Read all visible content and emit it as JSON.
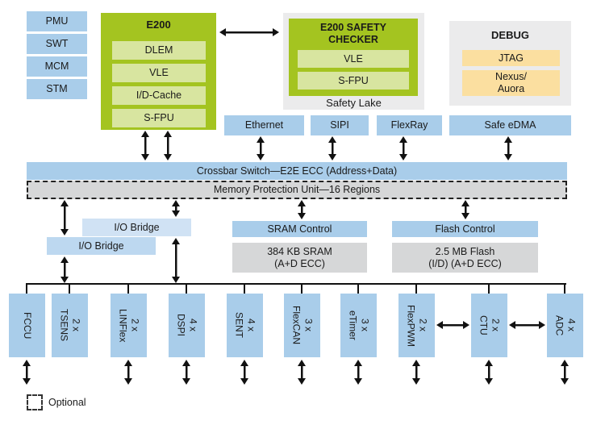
{
  "palette": {
    "block_blue": "#a9cdea",
    "bridge_light_blue": "#d0e2f4",
    "bridge_mid_blue": "#bdd8f0",
    "core_green": "#a4c420",
    "subblock_green": "#d8e5a0",
    "container_grey": "#ebebec",
    "bar_grey": "#d6d7d8",
    "debug_yellow": "#fbdfa0",
    "line_black": "#111111"
  },
  "left_column": {
    "items": [
      "PMU",
      "SWT",
      "MCM",
      "STM"
    ]
  },
  "e200": {
    "title": "E200",
    "subblocks": [
      "DLEM",
      "VLE",
      "I/D-Cache",
      "S-FPU"
    ]
  },
  "safety_lake": {
    "caption": "Safety Lake",
    "checker_title": "E200 SAFETY CHECKER",
    "subblocks": [
      "VLE",
      "S-FPU"
    ]
  },
  "debug": {
    "title": "DEBUG",
    "jtag": "JTAG",
    "nexus": {
      "line1": "Nexus/",
      "line2": "Auora"
    }
  },
  "comm_row": {
    "ethernet": "Ethernet",
    "sipi": "SIPI",
    "flexray": "FlexRay",
    "safe_edma": "Safe eDMA"
  },
  "buses": {
    "crossbar": "Crossbar Switch—E2E ECC (Address+Data)",
    "mpu": "Memory Protection Unit—16 Regions"
  },
  "bridges": {
    "upper": "I/O Bridge",
    "lower": "I/O Bridge"
  },
  "memory": {
    "sram_control": "SRAM Control",
    "sram": {
      "line1": "384 KB SRAM",
      "line2": "(A+D ECC)"
    },
    "flash_control": "Flash Control",
    "flash": {
      "line1": "2.5 MB Flash",
      "line2": "(I/D) (A+D ECC)"
    }
  },
  "peripherals": [
    {
      "count": "",
      "name": "FCCU"
    },
    {
      "count": "2 x",
      "name": "TSENS"
    },
    {
      "count": "2 x",
      "name": "LINFlex"
    },
    {
      "count": "4 x",
      "name": "DSPI"
    },
    {
      "count": "4 x",
      "name": "SENT"
    },
    {
      "count": "3 x",
      "name": "FlexCAN"
    },
    {
      "count": "3 x",
      "name": "eTimer"
    },
    {
      "count": "2 x",
      "name": "FlexPWM"
    },
    {
      "count": "2 x",
      "name": "CTU"
    },
    {
      "count": "4 x",
      "name": "ADC"
    }
  ],
  "legend": {
    "label": "Optional"
  }
}
